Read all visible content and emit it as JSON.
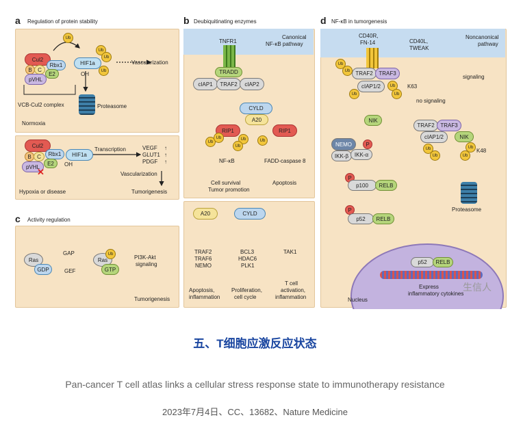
{
  "panel_a": {
    "letter": "a",
    "title": "Regulation of protein stability",
    "top": {
      "cul2": "Cul2",
      "rbx1": "Rbx1",
      "b": "B",
      "c": "C",
      "e2": "E2",
      "pvhl": "pVHL",
      "hif1a": "HIF1a",
      "oh": "OH",
      "ub": "Ub",
      "vascularization": "Vascularization",
      "proteasome": "Proteasome",
      "complex_label": "VCB-Cul2 complex",
      "condition": "Normoxia"
    },
    "bottom": {
      "cul2": "Cul2",
      "rbx1": "Rbx1",
      "b": "B",
      "c": "C",
      "e2": "E2",
      "pvhl": "pVHL",
      "hif1a": "HIF1a",
      "oh": "OH",
      "transcription": "Transcription",
      "vegf": "VEGF",
      "glut1": "GLUT1",
      "pdgf": "PDGF",
      "vascularization": "Vascularization",
      "tumorigenesis": "Tumorigenesis",
      "condition": "Hypoxia or disease"
    }
  },
  "panel_b": {
    "letter": "b",
    "title": "Deubiquitinating enzymes",
    "canonical": "Canonical",
    "pathway": "NF-κB pathway",
    "tnfr1": "TNFR1",
    "tradd": "TRADD",
    "ciap1": "cIAP1",
    "traf2": "TRAF2",
    "ciap2": "cIAP2",
    "cyld": "CYLD",
    "a20": "A20",
    "rip1_left": "RIP1",
    "rip1_right": "RIP1",
    "ub": "Ub",
    "nfkb": "NF-κB",
    "survival": "Cell survival",
    "promotion": "Tumor promotion",
    "fadd": "FADD-caspase 8",
    "apoptosis": "Apoptosis",
    "lower": {
      "a20": "A20",
      "cyld": "CYLD",
      "col1": [
        "TRAF2",
        "TRAF6",
        "NEMO"
      ],
      "col2": [
        "BCL3",
        "HDAC6",
        "PLK1"
      ],
      "col3": [
        "TAK1"
      ],
      "out1": [
        "Apoptosis,",
        "inflammation"
      ],
      "out2": [
        "Proliferation,",
        "cell cycle"
      ],
      "out3": [
        "T cell",
        "activation,",
        "inflammation"
      ]
    }
  },
  "panel_c": {
    "letter": "c",
    "title": "Activity regulation",
    "ras_gdp": "Ras",
    "gdp": "GDP",
    "ras_gtp": "Ras",
    "gtp": "GTP",
    "ub": "Ub",
    "gap": "GAP",
    "gef": "GEF",
    "pi3k": "PI3K-Akt",
    "signaling": "signaling",
    "tumorigenesis": "Tumorigenesis"
  },
  "panel_d": {
    "letter": "d",
    "title": "NF-κB in tumorgenesis",
    "cd40r": "CD40R,",
    "fn14": "FN-14",
    "cd40l": "CD40L,",
    "tweak": "TWEAK",
    "noncanonical": "Noncanonical",
    "pathway": "pathway",
    "traf2": "TRAF2",
    "traf3": "TRAF3",
    "ciap12": "cIAP1/2",
    "ub": "Ub",
    "k63": "K63",
    "signaling": "signaling",
    "no_signaling": "no signaling",
    "nik": "NIK",
    "nemo": "NEMO",
    "p": "P",
    "ikkb": "IKK-β",
    "ikka": "IKK-α",
    "p100": "p100",
    "relb": "RELB",
    "p52": "p52",
    "traf2b": "TRAF2",
    "traf3b": "TRAF3",
    "ciap12b": "cIAP1/2",
    "nikb": "NIK",
    "k48": "K48",
    "proteasome": "Proteasome",
    "nucleus": "Nucleus",
    "express1": "Express",
    "express2": "inflammatory cytokines",
    "watermark": "生信人"
  },
  "page": {
    "heading": "五、T细胞应激反应状态",
    "caption": "Pan-cancer T cell atlas links a cellular stress response state to immunotherapy resistance",
    "meta": "2023年7月4日、CC、13682、Nature Medicine"
  },
  "colors": {
    "panel_bg": "#f7e3c4",
    "membrane": "#c6dcf0",
    "heading_blue": "#1a46a0",
    "ub_yellow": "#f2c63b",
    "hif_blue": "#bfe0f2",
    "red_protein": "#e25a52",
    "nucleus_purple": "#c3b3df"
  }
}
